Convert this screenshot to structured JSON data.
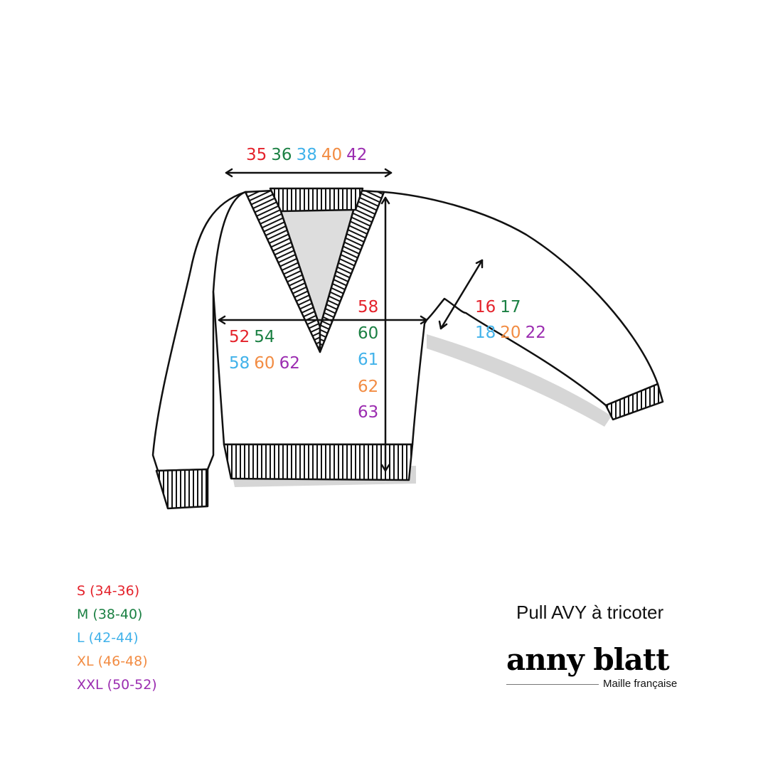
{
  "colors": {
    "S": "#e4222b",
    "M": "#1b8043",
    "L": "#41b2ea",
    "XL": "#f28c43",
    "XXL": "#9b2cb0"
  },
  "measurements": {
    "neck_width": [
      "35",
      "36",
      "38",
      "40",
      "42"
    ],
    "chest_width": [
      "52",
      "54",
      "58",
      "60",
      "62"
    ],
    "length": [
      "58",
      "60",
      "61",
      "62",
      "63"
    ],
    "sleeve_width": [
      "16",
      "17",
      "18",
      "20",
      "22"
    ]
  },
  "sizes": [
    "S (34-36)",
    "M (38-40)",
    "L (42-44)",
    "XL (46-48)",
    "XXL (50-52)"
  ],
  "title": "Pull AVY à tricoter",
  "brand": {
    "name": "anny blatt",
    "tagline": "Maille française"
  }
}
